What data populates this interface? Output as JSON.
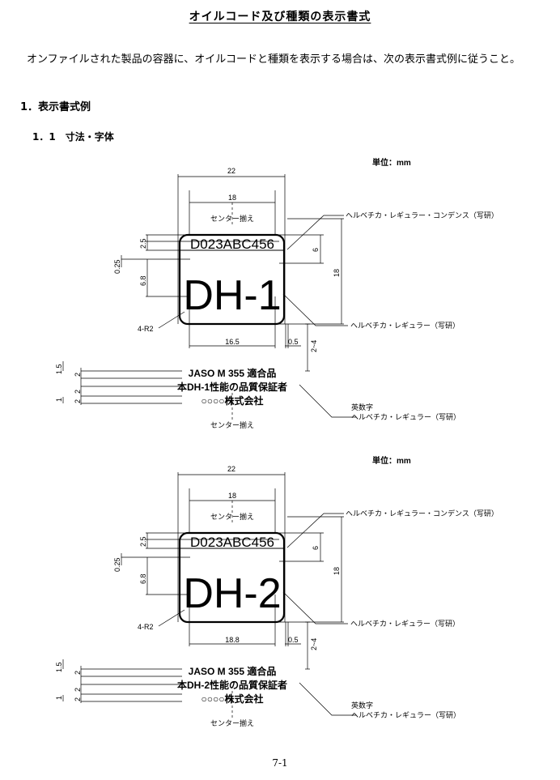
{
  "title": "オイルコード及び種類の表示書式",
  "intro": "　オンファイルされた製品の容器に、オイルコードと種類を表示する場合は、次の表示書式例に従うこと。",
  "section_heading": "1．表示書式例",
  "subsection_heading": "1．1　寸法・字体",
  "figures": [
    {
      "unit": "単位：mm",
      "width_outer": "22",
      "width_inner": "18",
      "center_align_top": "センター揃え",
      "code": "D023ABC456",
      "grade": "DH-1",
      "dim_2_5": "2.5",
      "dim_0_25": "0.25",
      "dim_6_8": "6.8",
      "dim_6": "6",
      "dim_18": "18",
      "radius": "4-R2",
      "width_bottom": "16.5",
      "dim_0_5": "0.5",
      "dim_2_4": "2~4",
      "note_condensed": "ヘルベチカ・レギュラー・コンデンス（写研）",
      "note_regular": "ヘルベチカ・レギュラー（写研）",
      "text_line1": "JASO M 355 適合品",
      "text_line2": "本DH-1性能の品質保証者",
      "text_line3": "○○○○株式会社",
      "dim_1_5": "1.5",
      "dim_2a": "2",
      "dim_1": "1",
      "dim_2b": "2",
      "dim_2c": "2",
      "note_alnum": "英数字",
      "note_alnum2": "ヘルベチカ・レギュラー（写研）",
      "center_align_bottom": "センター揃え"
    },
    {
      "unit": "単位：mm",
      "width_outer": "22",
      "width_inner": "18",
      "center_align_top": "センター揃え",
      "code": "D023ABC456",
      "grade": "DH-2",
      "dim_2_5": "2.5",
      "dim_0_25": "0.25",
      "dim_6_8": "6.8",
      "dim_6": "6",
      "dim_18": "18",
      "radius": "4-R2",
      "width_bottom": "18.8",
      "dim_0_5": "0.5",
      "dim_2_4": "2~4",
      "note_condensed": "ヘルベチカ・レギュラー・コンデンス（写研）",
      "note_regular": "ヘルベチカ・レギュラー（写研）",
      "text_line1": "JASO M 355 適合品",
      "text_line2": "本DH-2性能の品質保証者",
      "text_line3": "○○○○株式会社",
      "dim_1_5": "1.5",
      "dim_2a": "2",
      "dim_1": "1",
      "dim_2b": "2",
      "dim_2c": "2",
      "note_alnum": "英数字",
      "note_alnum2": "ヘルベチカ・レギュラー（写研）",
      "center_align_bottom": "センター揃え"
    }
  ],
  "page_number": "7-1"
}
